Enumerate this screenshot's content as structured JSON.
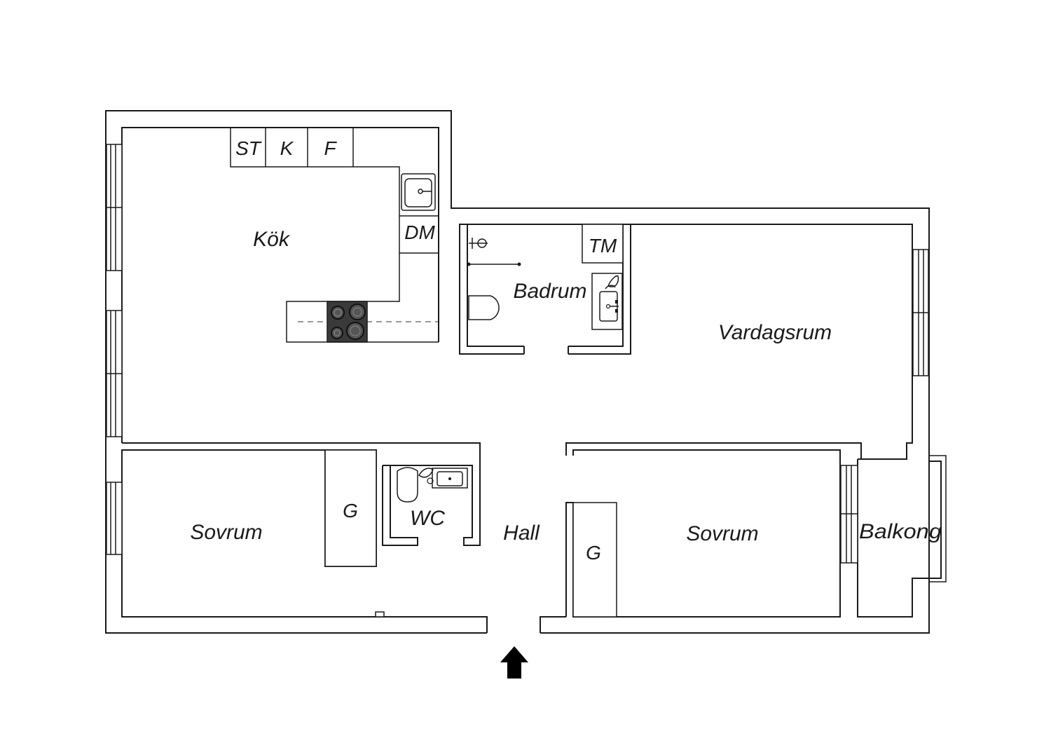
{
  "rooms": {
    "kitchen": "Kök",
    "bathroom": "Badrum",
    "living_room": "Vardagsrum",
    "bedroom_left": "Sovrum",
    "bedroom_right": "Sovrum",
    "toilet": "WC",
    "hall": "Hall",
    "balcony": "Balkong"
  },
  "appliances": {
    "stove_cabinet": "ST",
    "fridge": "K",
    "freezer": "F",
    "dishwasher": "DM",
    "washing_machine": "TM",
    "wardrobe_left": "G",
    "wardrobe_right": "G"
  },
  "entrance_icon": "arrow-up-icon"
}
